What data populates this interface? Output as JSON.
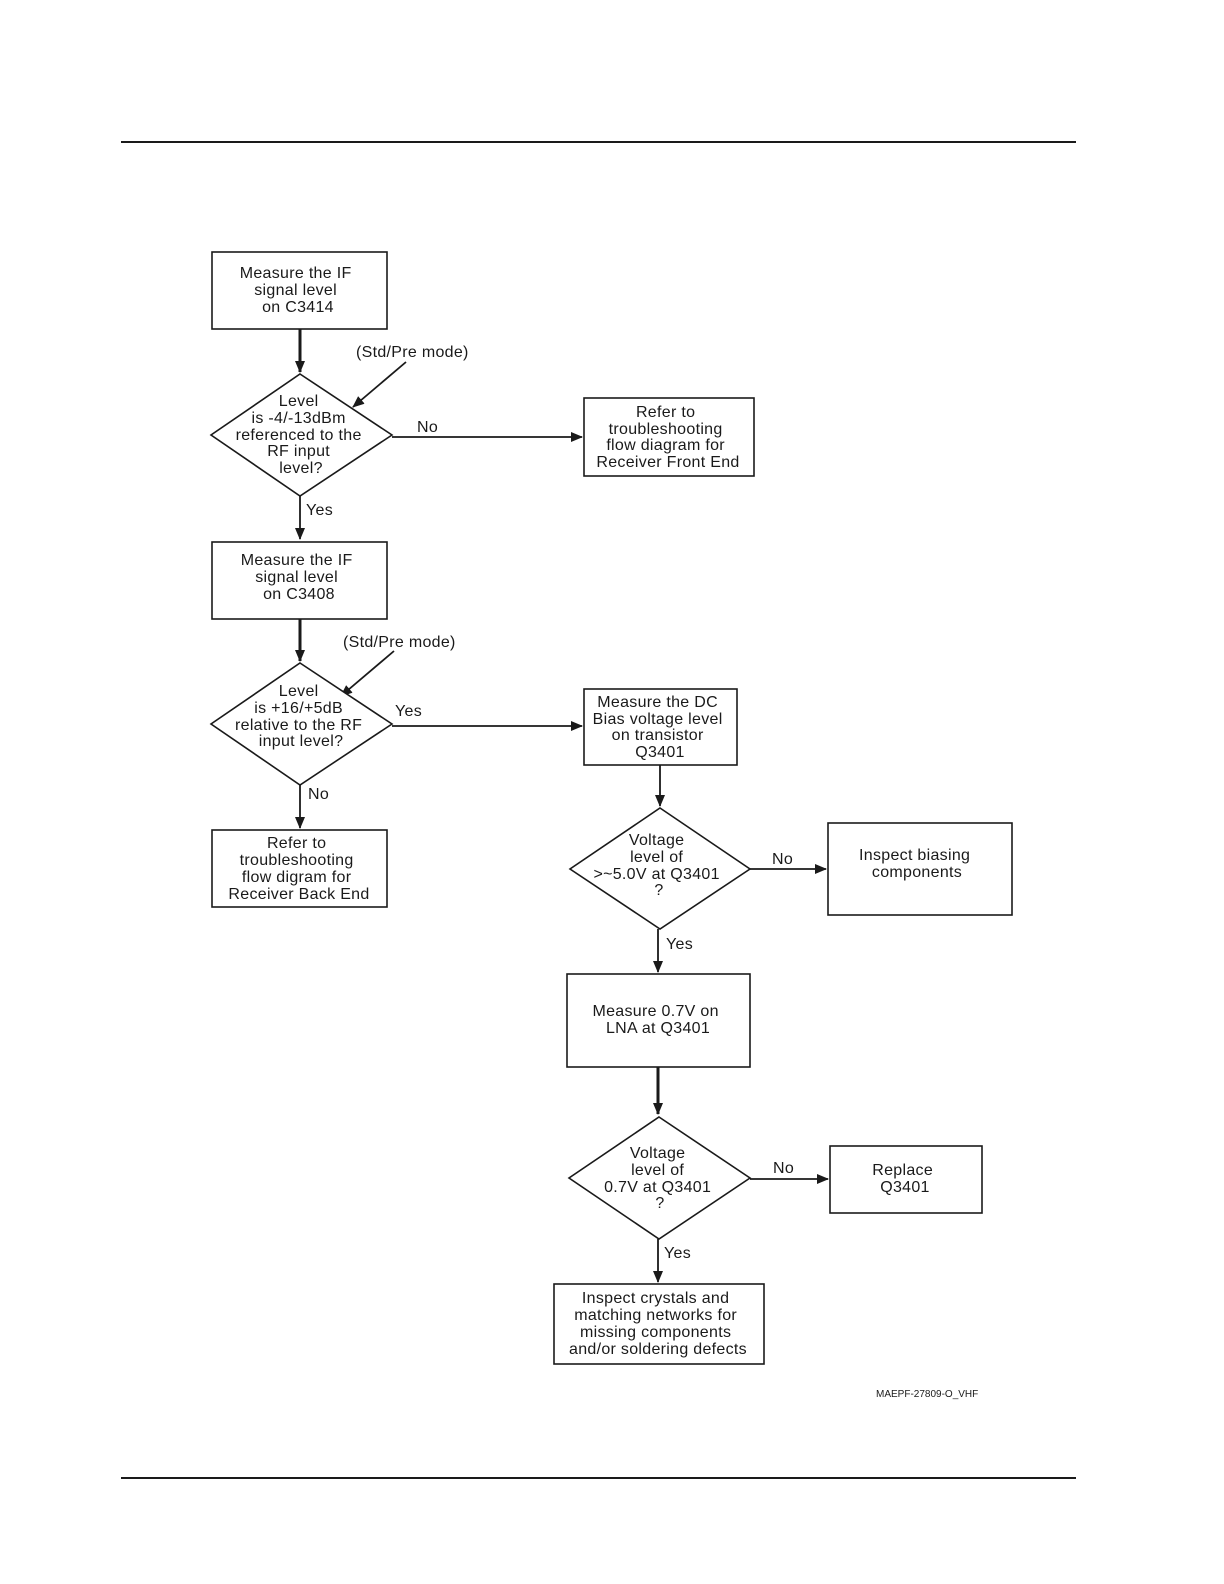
{
  "nodes": {
    "measure_c3414": [
      "Measure the IF",
      "signal level",
      "on C3414"
    ],
    "decision_13dbm": [
      "Level",
      "is -4/-13dBm",
      "referenced to the",
      "RF input",
      "level?"
    ],
    "refer_front_end": [
      "Refer to",
      "troubleshooting",
      "flow diagram for",
      "Receiver Front End"
    ],
    "measure_c3408": [
      "Measure the IF",
      "signal level",
      "on C3408"
    ],
    "decision_5db": [
      "Level",
      "is +16/+5dB",
      "relative to the RF",
      "input level?"
    ],
    "refer_back_end": [
      "Refer to",
      "troubleshooting",
      "flow digram for",
      "Receiver Back End"
    ],
    "measure_dc_bias": [
      "Measure the DC",
      "Bias voltage level",
      "on transistor",
      "Q3401"
    ],
    "decision_5v": [
      "Voltage",
      "level of",
      ">~5.0V at Q3401",
      "?"
    ],
    "inspect_biasing": [
      "Inspect biasing",
      "components"
    ],
    "measure_07v": [
      "Measure 0.7V on",
      "LNA at Q3401"
    ],
    "decision_07v": [
      "Voltage",
      "level of",
      "0.7V at Q3401",
      "?"
    ],
    "replace_q3401": [
      "Replace",
      "Q3401"
    ],
    "inspect_crystals": [
      "Inspect crystals and",
      "matching networks for",
      "missing components",
      "and/or soldering defects"
    ]
  },
  "edge_labels": {
    "no_front_end": "No",
    "yes_to_c3408": "Yes",
    "yes_to_dc_bias": "Yes",
    "no_to_back_end": "No",
    "no_to_biasing": "No",
    "yes_to_07v": "Yes",
    "no_to_replace": "No",
    "yes_to_crystals": "Yes"
  },
  "annotations": {
    "mode_1": "(Std/Pre mode)",
    "mode_2": "(Std/Pre mode)"
  },
  "figure_id": "MAEPF-27809-O_VHF"
}
